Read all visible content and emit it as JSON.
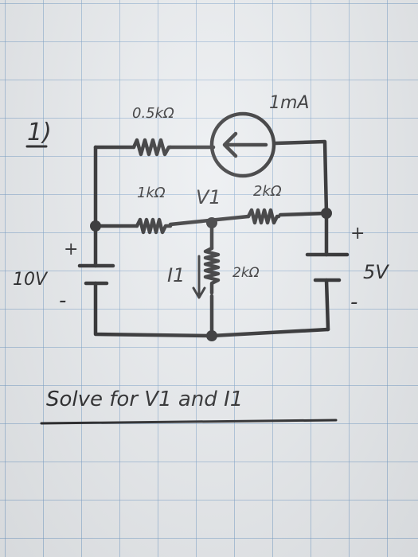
{
  "problem": {
    "number": "1)",
    "instruction": "Solve for V1 and I1"
  },
  "circuit": {
    "resistor_top": "0.5kΩ",
    "current_source": "1mA",
    "resistor_left": "1kΩ",
    "node_voltage": "V1",
    "resistor_right": "2kΩ",
    "branch_current": "I1",
    "resistor_middle": "2kΩ",
    "source_left": "10V",
    "source_right": "5V",
    "plus_sign": "+",
    "minus_sign": "-"
  }
}
